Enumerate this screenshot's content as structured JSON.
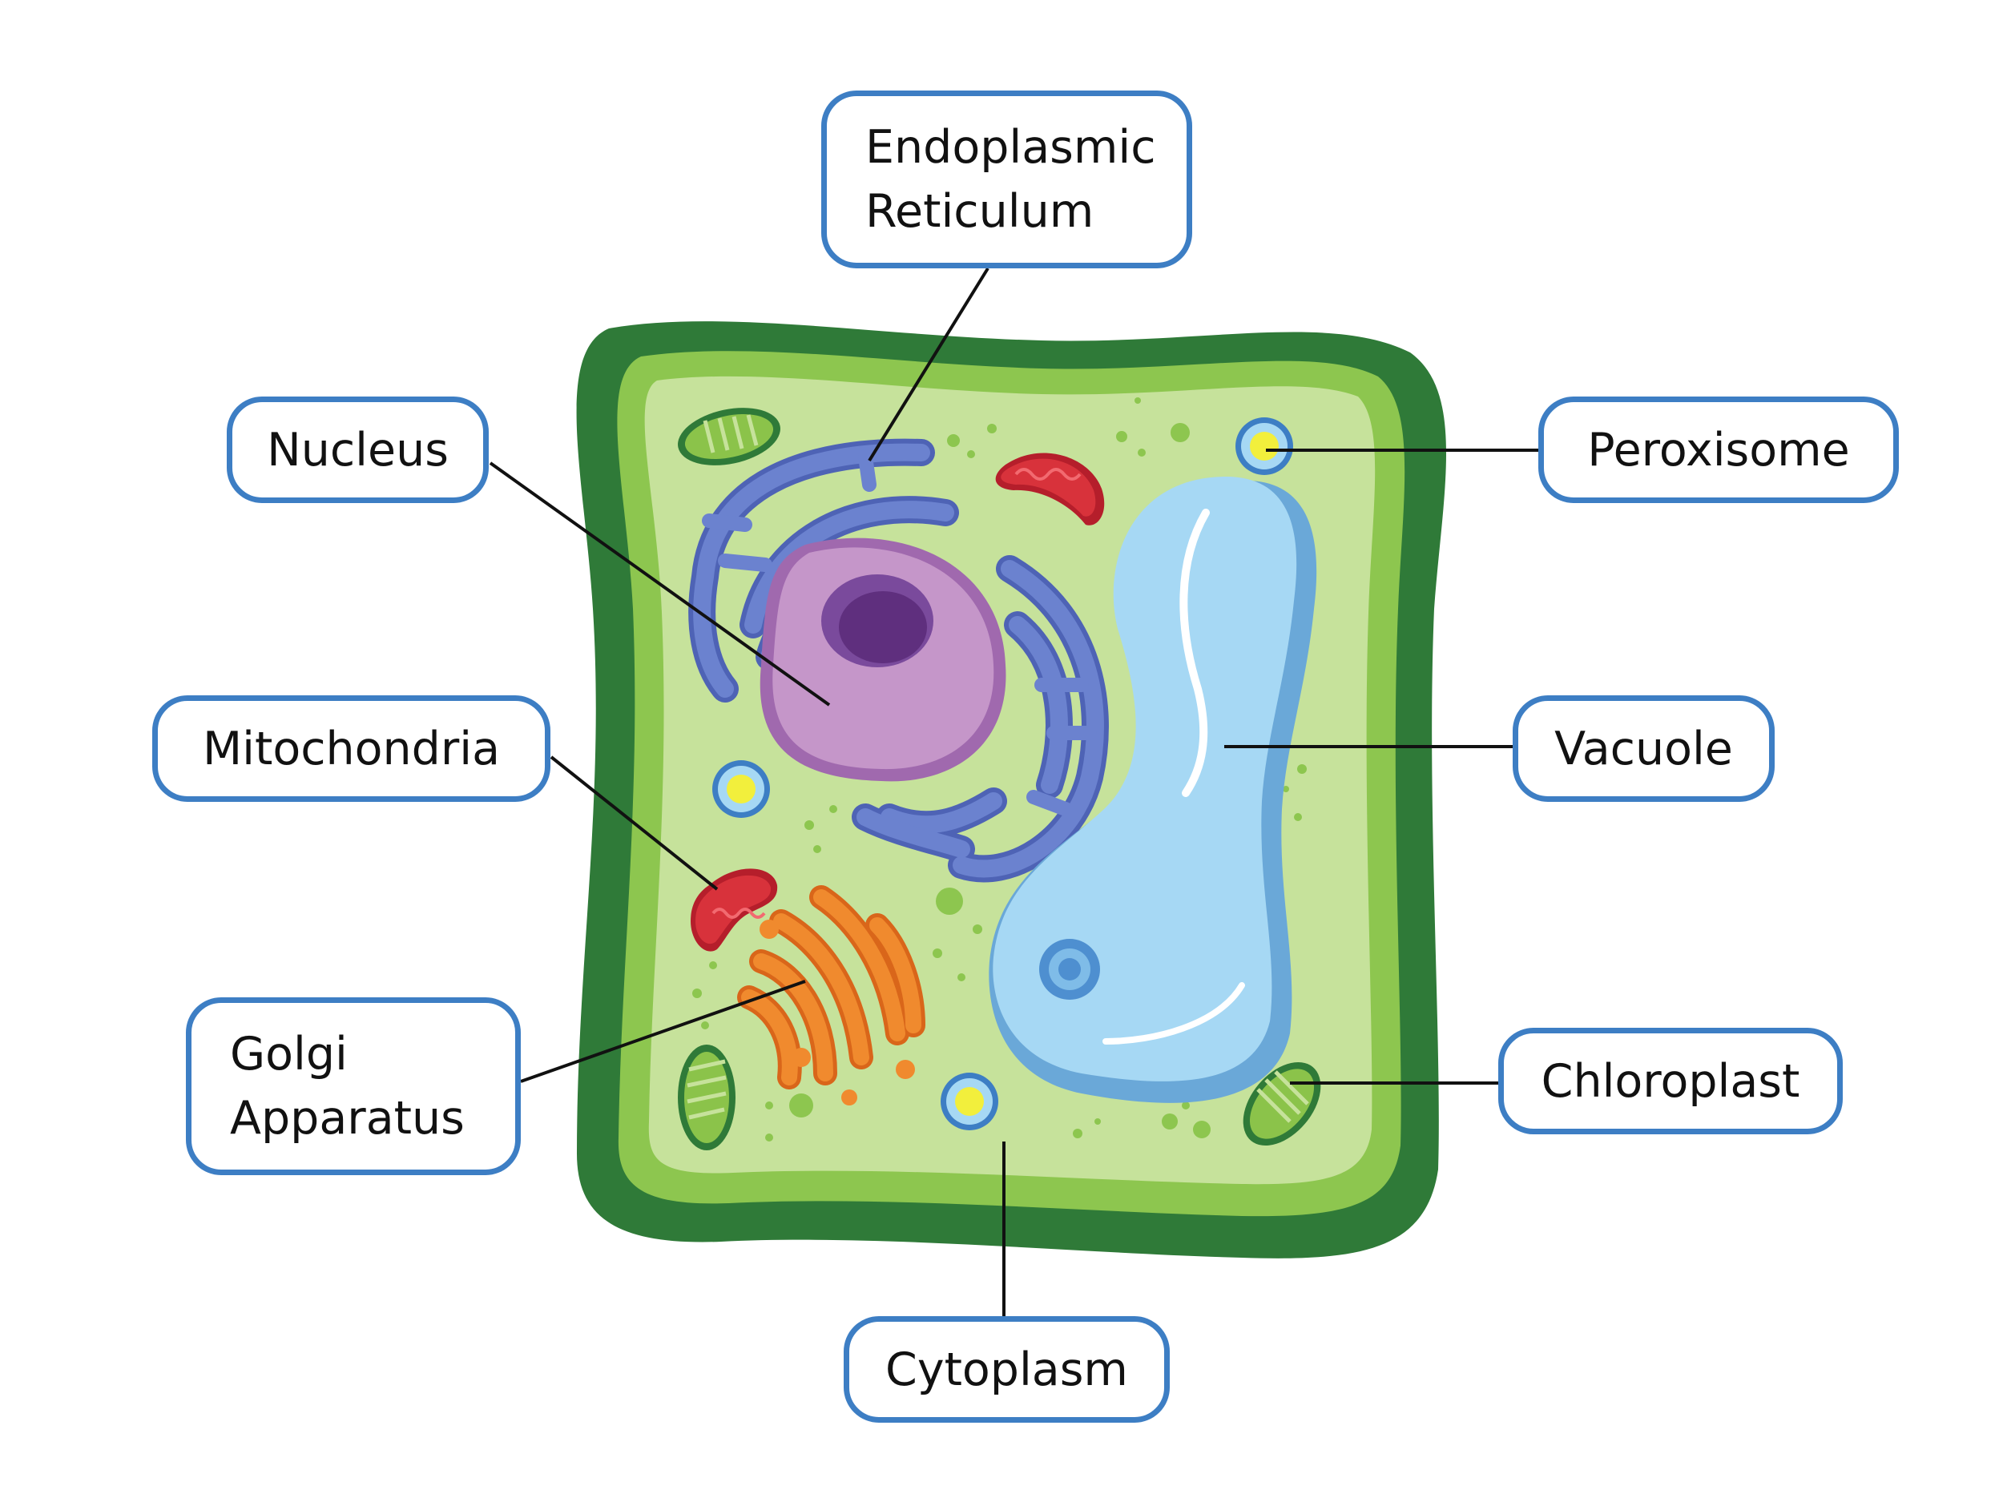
{
  "diagram": {
    "labels": {
      "endoplasmic_reticulum": {
        "line1": "Endoplasmic",
        "line2": "Reticulum"
      },
      "nucleus": "Nucleus",
      "mitochondria": "Mitochondria",
      "golgi_apparatus": {
        "line1": "Golgi",
        "line2": "Apparatus"
      },
      "cytoplasm": "Cytoplasm",
      "peroxisome": "Peroxisome",
      "vacuole": "Vacuole",
      "chloroplast": "Chloroplast"
    },
    "colors": {
      "label_border": "#3d7ec4",
      "cell_wall": "#2f7a38",
      "cell_membrane": "#8dc64f",
      "cytoplasm": "#c6e29b",
      "vacuole": "#a6d8f4",
      "nucleus": "#c596c9",
      "nucleolus": "#5f2f7e",
      "endoplasmic_reticulum": "#6b82cf",
      "golgi": "#f08a2e",
      "mitochondria": "#d8323b",
      "chloroplast": "#8bc34a",
      "peroxisome": "#f2ef3c"
    }
  }
}
